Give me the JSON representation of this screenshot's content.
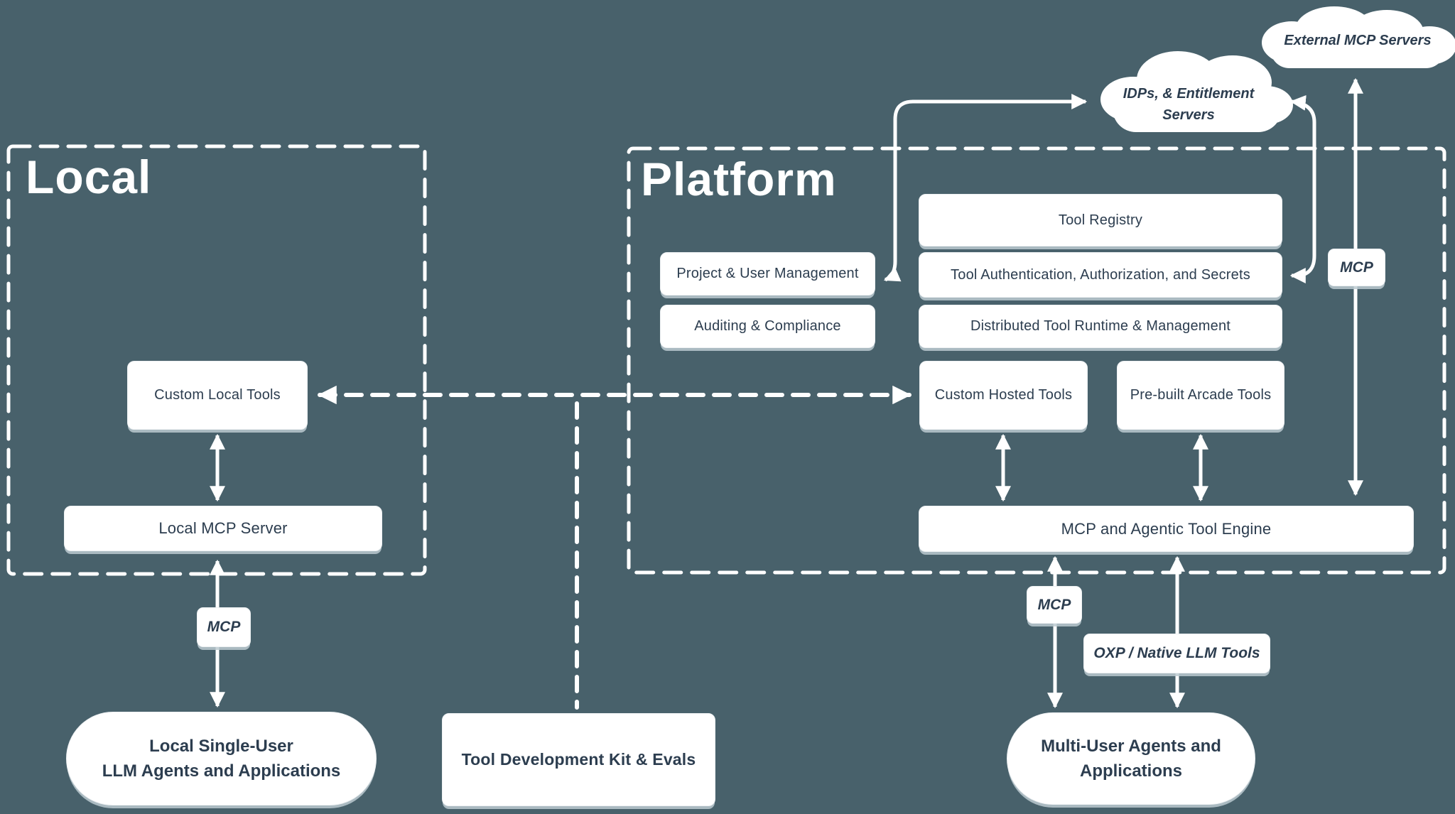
{
  "colors": {
    "background": "#48616b",
    "node_background": "#ffffff",
    "node_text": "#2c3d4f",
    "line": "#ffffff",
    "shadow": "#bcc9cf"
  },
  "regions": {
    "local": {
      "label": "Local"
    },
    "platform": {
      "label": "Platform"
    }
  },
  "clouds": {
    "external_mcp": {
      "label": "External MCP Servers"
    },
    "idps": {
      "line1": "IDPs, & Entitlement",
      "line2": "Servers"
    }
  },
  "nodes": {
    "custom_local_tools": {
      "label": "Custom Local Tools"
    },
    "local_mcp_server": {
      "label": "Local MCP Server"
    },
    "tool_registry": {
      "label": "Tool Registry"
    },
    "project_user_management": {
      "label": "Project & User Management"
    },
    "tool_auth": {
      "label": "Tool Authentication, Authorization, and Secrets"
    },
    "auditing_compliance": {
      "label": "Auditing & Compliance"
    },
    "distributed_runtime": {
      "label": "Distributed Tool Runtime & Management"
    },
    "custom_hosted_tools": {
      "label": "Custom Hosted Tools"
    },
    "prebuilt_arcade_tools": {
      "label": "Pre-built Arcade Tools"
    },
    "mcp_engine": {
      "label": "MCP and Agentic Tool Engine"
    },
    "tool_dev_kit": {
      "label": "Tool Development Kit & Evals"
    }
  },
  "protocol_labels": {
    "mcp_local": "MCP",
    "mcp_platform": "MCP",
    "mcp_external": "MCP",
    "oxp": "OXP / Native LLM Tools"
  },
  "pills": {
    "local_agents": {
      "line1": "Local Single-User",
      "line2": "LLM Agents and Applications"
    },
    "multi_user_agents": {
      "line1": "Multi-User Agents and",
      "line2": "Applications"
    }
  }
}
